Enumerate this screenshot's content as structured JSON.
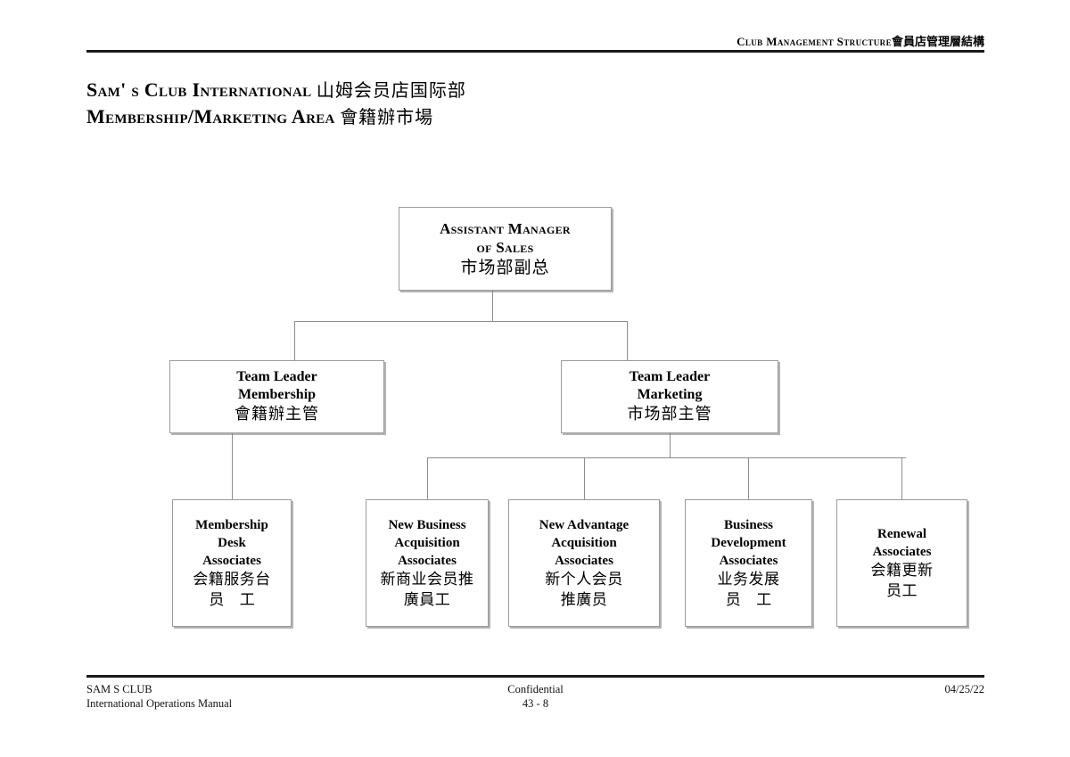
{
  "header": {
    "english": "Club Management Structure",
    "chinese": "會員店管理層結構"
  },
  "title": {
    "line1_en": "Sam' s Club International",
    "line1_cjk": "山姆会员店国际部",
    "line2_en": "Membership/Marketing Area",
    "line2_cjk": "會籍辦市場"
  },
  "chart": {
    "type": "org-chart",
    "root": {
      "en_line1": "Assistant Manager",
      "en_line2": "of Sales",
      "cjk": "市场部副总"
    },
    "team_leaders": [
      {
        "en_line1": "Team Leader",
        "en_line2": "Membership",
        "cjk": "會籍辦主管"
      },
      {
        "en_line1": "Team Leader",
        "en_line2": "Marketing",
        "cjk": "市场部主管"
      }
    ],
    "leaves": [
      {
        "en": [
          "Membership",
          "Desk",
          "Associates"
        ],
        "cjk": [
          "会籍服务台",
          "员 工"
        ],
        "parent": "Team Leader Membership"
      },
      {
        "en": [
          "New Business",
          "Acquisition",
          "Associates"
        ],
        "cjk": [
          "新商业会员推",
          "廣員工"
        ],
        "parent": "Team Leader Marketing"
      },
      {
        "en": [
          "New Advantage",
          "Acquisition",
          "Associates"
        ],
        "cjk": [
          "新个人会员",
          "推廣员"
        ],
        "parent": "Team Leader Marketing"
      },
      {
        "en": [
          "Business",
          "Development",
          "Associates"
        ],
        "cjk": [
          "业务发展",
          "员 工"
        ],
        "parent": "Team Leader Marketing"
      },
      {
        "en": [
          "Renewal",
          "Associates"
        ],
        "cjk": [
          "会籍更新",
          "员工"
        ],
        "parent": "Team Leader Marketing"
      }
    ]
  },
  "footer": {
    "left_line1": "SAM  S CLUB",
    "left_line2": "International Operations Manual",
    "center_line1": "Confidential",
    "center_line2": "43 - 8",
    "right": "04/25/22"
  }
}
